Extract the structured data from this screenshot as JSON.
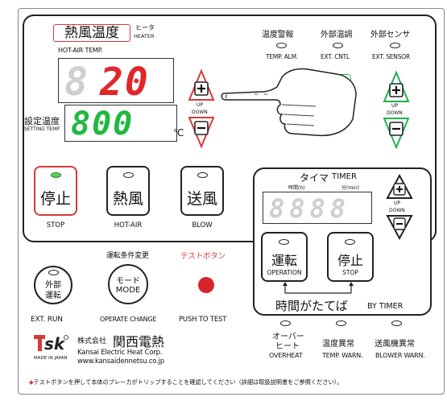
{
  "hot_air": {
    "title": "熱風温度",
    "heater_jp": "ヒータ",
    "heater_en": "HEATER",
    "title_en": "HOT-AIR TEMP.",
    "current_value": "20",
    "setting_value": "800",
    "setting_jp": "設定温度",
    "setting_en": "SETTING TEMP.",
    "unit": "℃",
    "up": "UP",
    "down": "DOWN"
  },
  "alarms": {
    "temp_alarm_jp": "温度警報",
    "temp_alarm_en": "TEMP. ALM.",
    "ext_cntl_jp": "外部温調",
    "ext_cntl_en": "EXT. CNTL",
    "ext_sensor_jp": "外部センサ",
    "ext_sensor_en": "EXT. SENSOR",
    "sensor_up": "UP",
    "sensor_down": "DOWN"
  },
  "buttons": {
    "stop_jp": "停止",
    "stop_en": "STOP",
    "hotair_jp": "熱風",
    "hotair_en": "HOT-AIR",
    "blow_jp": "送風",
    "blow_en": "BLOW"
  },
  "timer": {
    "title_jp": "タイマ",
    "title_en": "TIMER",
    "hour": "時間(h)",
    "minute": "分(min)",
    "up": "UP",
    "down": "DOWN",
    "op_jp": "運転",
    "op_en": "OPERATION",
    "stop_jp": "停止",
    "stop_en": "STOP",
    "by_timer_jp": "時間がたてば",
    "by_timer_en": "BY TIMER"
  },
  "bottom": {
    "operate_change_top": "運転条件変更",
    "test_button_top": "テストボタン",
    "ext_run_jp1": "外部",
    "ext_run_jp2": "運転",
    "mode_jp": "モード",
    "mode_en": "MODE",
    "ext_run_en": "EXT. RUN",
    "operate_change_en": "OPERATE CHANGE",
    "push_to_test": "PUSH TO TEST"
  },
  "status": {
    "overheat_jp1": "オーバー",
    "overheat_jp2": "ヒート",
    "overheat_en": "OVERHEAT",
    "temp_warn_jp": "温度異常",
    "temp_warn_en": "TEMP. WARN.",
    "blower_warn_jp": "送風機異常",
    "blower_warn_en": "BLOWER WARN."
  },
  "company": {
    "logo": "TSK",
    "made_in": "MADE IN JAPAN",
    "name_prefix": "株式会社",
    "name_jp": "関西電熱",
    "name_en": "Kansai Electric Heat Corp.",
    "url": "www.kansaidennetsu.co.jp"
  },
  "footer": {
    "note": "◆テストボタンを押して本体のブレーカがトリップすることを確認してください（詳細は取扱説明書をご参照ください）。"
  },
  "colors": {
    "red": "#d9383a",
    "green": "#1fb34a",
    "display_red": "#e0262a",
    "display_green": "#22b83f"
  }
}
